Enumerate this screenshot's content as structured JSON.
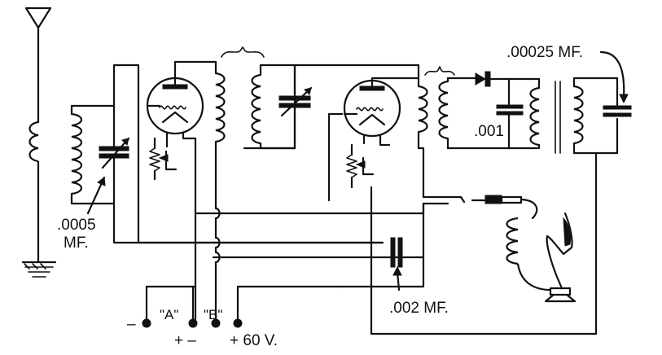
{
  "labels": {
    "cap_ant": ".0005",
    "cap_ant_unit": "MF.",
    "cap_det_grid": ".00025 MF.",
    "cap_fixed": ".001",
    "cap_bypass": ".002 MF.",
    "term_minus": "–",
    "term_a": "\"A\"",
    "term_b": "\"B\"",
    "term_pm": "+ –",
    "term_60v": "+ 60 V."
  }
}
